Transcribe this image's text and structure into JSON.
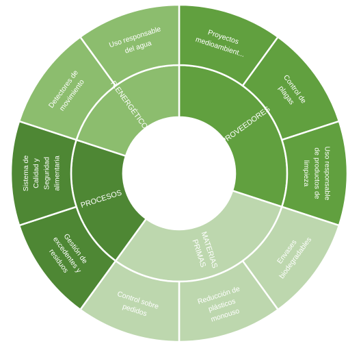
{
  "chart_data": {
    "type": "sunburst",
    "title": "",
    "inner": [
      {
        "label": "PROVEEDORES",
        "value": 3,
        "color": "#61a03f"
      },
      {
        "label": "MATERIAS\nPRIMAS",
        "value": 3,
        "color": "#bdd7ae"
      },
      {
        "label": "PROCESOS",
        "value": 2,
        "color": "#4e8734"
      },
      {
        "label": "R.ENERGÉTICOS",
        "value": 2,
        "color": "#8cbd6e"
      }
    ],
    "outer": [
      {
        "label": "Proyectos\nmedioambient...",
        "parent": "PROVEEDORES",
        "value": 1,
        "color": "#61a03f"
      },
      {
        "label": "Control de\nplagas",
        "parent": "PROVEEDORES",
        "value": 1,
        "color": "#61a03f"
      },
      {
        "label": "Uso responsable\nde productos de\nlimpieza",
        "parent": "PROVEEDORES",
        "value": 1,
        "color": "#61a03f"
      },
      {
        "label": "Envases\nbiodegradables",
        "parent": "MATERIAS PRIMAS",
        "value": 1,
        "color": "#bdd7ae"
      },
      {
        "label": "Reducción de\nplásticos\nmonouso",
        "parent": "MATERIAS PRIMAS",
        "value": 1,
        "color": "#bdd7ae"
      },
      {
        "label": "Control sobre\npedidos",
        "parent": "MATERIAS PRIMAS",
        "value": 1,
        "color": "#bdd7ae"
      },
      {
        "label": "Gestión de\nexcedentes y\nresiduos",
        "parent": "PROCESOS",
        "value": 1,
        "color": "#4e8734"
      },
      {
        "label": "Sistema de\nCalidad y\nSeguridad\nalimentaria",
        "parent": "PROCESOS",
        "value": 1,
        "color": "#4e8734"
      },
      {
        "label": "Detectores de\nmovimiento",
        "parent": "R.ENERGÉTICOS",
        "value": 1,
        "color": "#8cbd6e"
      },
      {
        "label": "Uso responsable\ndel agua",
        "parent": "R.ENERGÉTICOS",
        "value": 1,
        "color": "#8cbd6e"
      }
    ],
    "start_angle_deg": 0,
    "direction": "clockwise"
  }
}
